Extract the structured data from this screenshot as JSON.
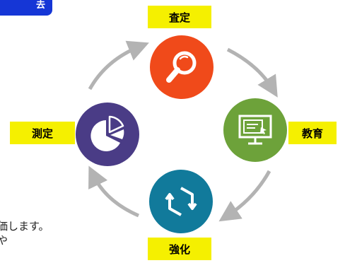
{
  "header_tab": {
    "text": "去"
  },
  "steps": {
    "assess": {
      "label": "査定",
      "icon": "magnifying-glass-icon",
      "color": "#f04a1a"
    },
    "educate": {
      "label": "教育",
      "icon": "monitor-presentation-icon",
      "color": "#6da23a"
    },
    "reinforce": {
      "label": "強化",
      "icon": "cycle-arrows-icon",
      "color": "#117a9b"
    },
    "measure": {
      "label": "測定",
      "icon": "pie-chart-icon",
      "color": "#4a3c86"
    }
  },
  "side_text": {
    "line1": "価します。",
    "line2": "や"
  },
  "colors": {
    "label_bg": "#f5f000",
    "arrow": "#b3b3b3",
    "tab": "#1536d6"
  }
}
